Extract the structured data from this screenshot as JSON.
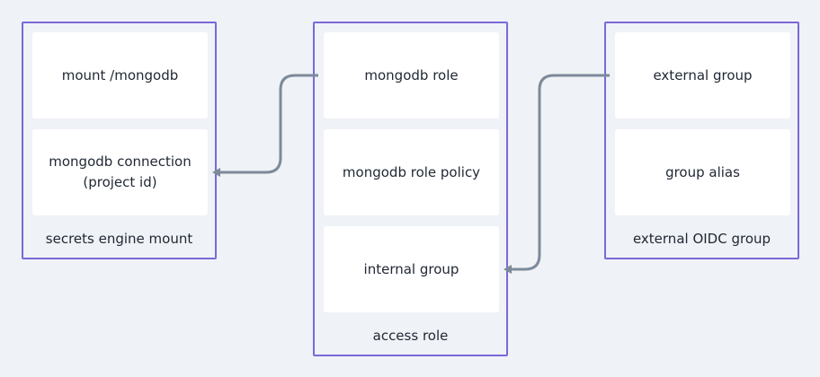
{
  "groups": {
    "secrets_engine": {
      "label": "secrets engine mount",
      "nodes": [
        "mount /mongodb",
        "mongodb connection\n(project id)"
      ]
    },
    "access_role": {
      "label": "access role",
      "nodes": [
        "mongodb role",
        "mongodb role policy",
        "internal group"
      ]
    },
    "external_group": {
      "label": "external OIDC group",
      "nodes": [
        "external group",
        "group alias"
      ]
    }
  },
  "edges": [
    {
      "from": "mongodb role",
      "to": "mongodb connection\n(project id)"
    },
    {
      "from": "external group",
      "to": "internal group"
    }
  ],
  "colors": {
    "background": "#eff2f6",
    "group_border": "#7b68d8",
    "node_fill": "#ffffff",
    "connector": "#7c8a9a"
  }
}
